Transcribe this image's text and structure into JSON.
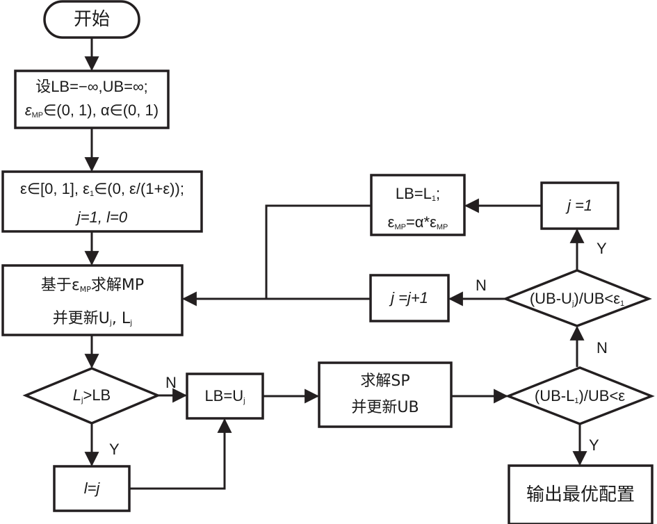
{
  "nodes": {
    "start": {
      "text": "开始"
    },
    "init1": {
      "line1": "设LB=−∞,UB=∞;",
      "line2_eps": "ε",
      "line2_sub": "MP",
      "line2_rest": "∈(0, 1), α∈(0, 1)"
    },
    "init2": {
      "line1": "ε∈[0, 1], ε",
      "line1_sub": "1",
      "line1_rest": "∈(0, ε/(1+ε));",
      "line2": "j=1,  l=0"
    },
    "solve_mp": {
      "line1_a": "基于ε",
      "line1_sub": "MP",
      "line1_b": "求解MP",
      "line2_a": "并更新U",
      "line2_sub1": "j",
      "line2_b": ", L",
      "line2_sub2": "j"
    },
    "dec_lj": {
      "a": "L",
      "sub": "j",
      "b": ">LB"
    },
    "set_l": {
      "text": "l=j"
    },
    "lb_uj": {
      "a": "LB=U",
      "sub": "j"
    },
    "solve_sp": {
      "line1": "求解SP",
      "line2": "并更新UB"
    },
    "dec_eps": {
      "a": "(UB-L",
      "sub": "1",
      "b": ")/UB<ε"
    },
    "output": {
      "text": "输出最优配置"
    },
    "dec_eps1": {
      "a": "(UB-U",
      "sub": "j",
      "b": ")/UB<ε",
      "sub2": "1"
    },
    "j_inc": {
      "text": "j =j+1"
    },
    "j_one": {
      "text": "j =1"
    },
    "lb_l1": {
      "line1_a": "LB=L",
      "line1_sub": "1",
      "line1_b": ";",
      "line2_a": "ε",
      "line2_sub1": "MP",
      "line2_b": "=α*ε",
      "line2_sub2": "MP"
    }
  },
  "edge_labels": {
    "dec_lj_no": "N",
    "dec_lj_yes": "Y",
    "dec_eps_no": "N",
    "dec_eps_yes": "Y",
    "dec_eps1_no": "N",
    "dec_eps1_yes": "Y"
  }
}
